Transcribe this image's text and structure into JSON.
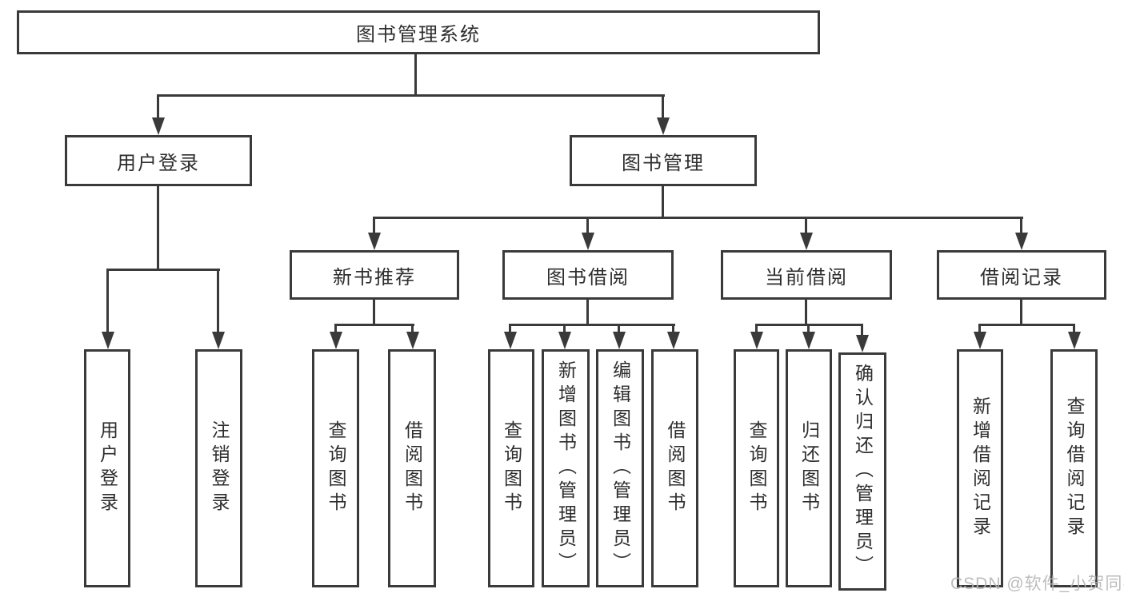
{
  "diagram": {
    "colors": {
      "line": "#3a3a3a",
      "text": "#2e2e2e",
      "watermark": "#b5b5b5",
      "background": "#ffffff"
    },
    "nodes": {
      "root": "图书管理系统",
      "user_login": "用户登录",
      "book_mgmt": "图书管理",
      "new_books": "新书推荐",
      "book_borrow": "图书借阅",
      "current_borrow": "当前借阅",
      "borrow_records": "借阅记录",
      "user_login_leaf": "用户登录",
      "logout_leaf": "注销登录",
      "nb_query_books": "查询图书",
      "nb_borrow_books": "借阅图书",
      "bb_query_books": "查询图书",
      "bb_add_books": "新增图书（管理员）",
      "bb_edit_books": "编辑图书（管理员）",
      "bb_borrow_books": "借阅图书",
      "cb_query_books": "查询图书",
      "cb_return_books": "归还图书",
      "cb_confirm_return": "确认归还（管理员）",
      "br_add_record": "新增借阅记录",
      "br_query_record": "查询借阅记录"
    },
    "watermark": "CSDN @软件_小贺同学"
  }
}
